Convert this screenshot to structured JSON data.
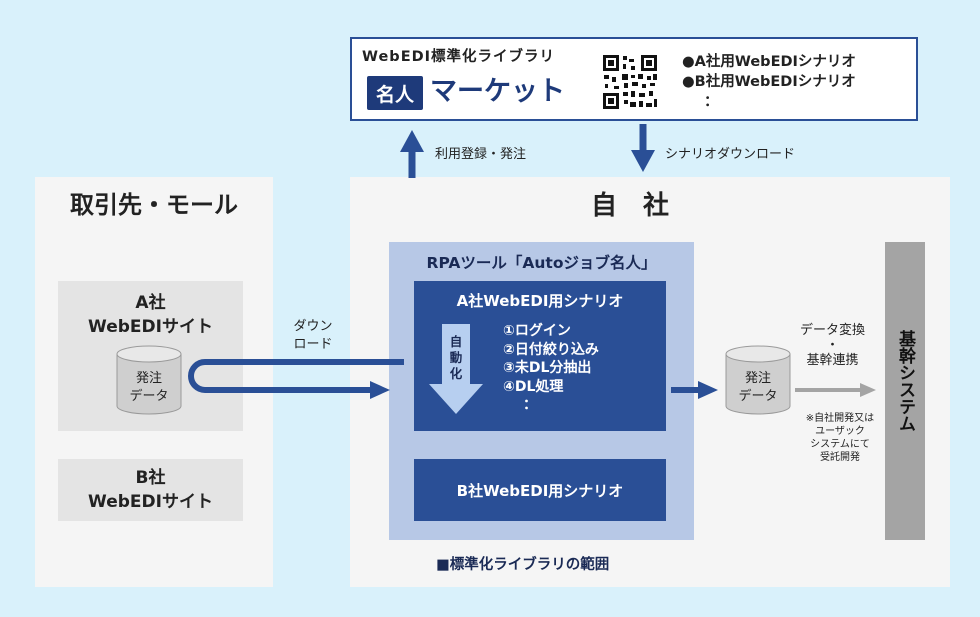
{
  "library": {
    "title": "WebEDI標準化ライブラリ",
    "logo_badge": "名人",
    "logo_text": "マーケット",
    "scenarios": [
      "●A社用WebEDIシナリオ",
      "●B社用WebEDIシナリオ",
      "："
    ]
  },
  "arrows": {
    "register_order": "利用登録・発注",
    "scenario_download": "シナリオダウンロード",
    "download": "ダウン\nロード",
    "data_convert": "データ変換\n・\n基幹連携"
  },
  "partner": {
    "title": "取引先・モール",
    "site_a": "A社\nWebEDIサイト",
    "db_a": "発注\nデータ",
    "site_b": "B社\nWebEDIサイト"
  },
  "own": {
    "title": "自　社",
    "rpa_title": "RPAツール「Autoジョブ名人」",
    "scenario_a": {
      "title": "A社WebEDI用シナリオ",
      "automation": "自\n動\n化",
      "steps": [
        "①ログイン",
        "②日付絞り込み",
        "③未DL分抽出",
        "④DL処理",
        "："
      ]
    },
    "scenario_b": "B社WebEDI用シナリオ",
    "db_own": "発注\nデータ",
    "note": "※自社開発又は\nユーザック\nシステムにて\n受託開発",
    "core_system": "基幹システム"
  },
  "legend": "■標準化ライブラリの範囲",
  "colors": {
    "background": "#d9f1fb",
    "panel": "#f5f5f5",
    "gray_box": "#e4e4e4",
    "rpa_bg": "#b7c8e6",
    "scenario_box": "#2a4f96",
    "arrow": "#2a4f96",
    "logo_navy": "#1e3a7a",
    "core_gray": "#a4a4a4",
    "light_arrow": "#b7cff0",
    "gray_arrow": "#a4a4a4"
  }
}
